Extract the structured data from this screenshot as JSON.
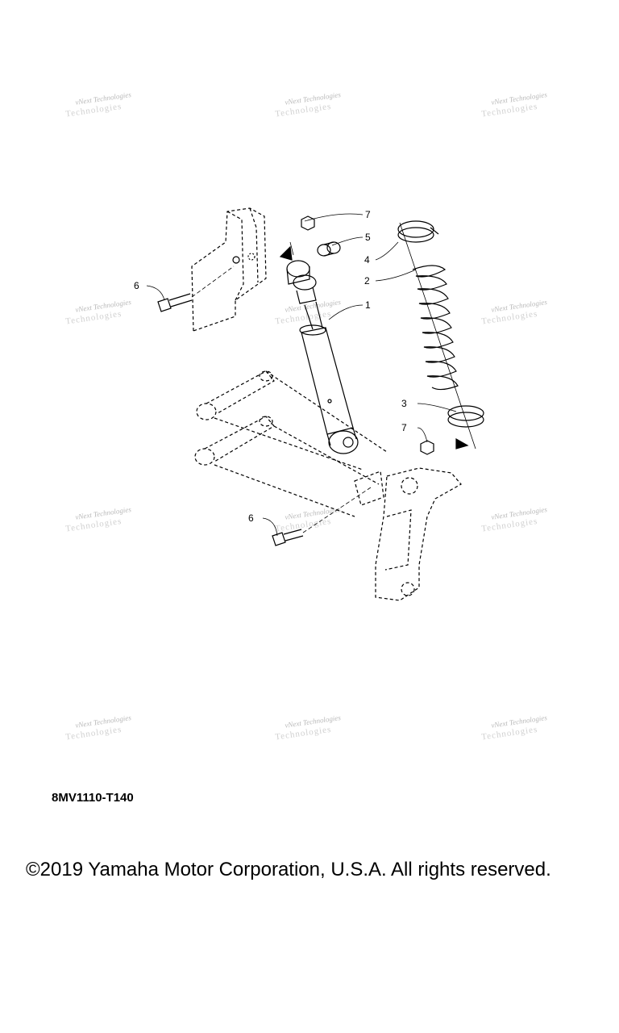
{
  "watermark": {
    "line1": "vNext Technologies",
    "line2": "Technologies"
  },
  "callouts": [
    "1",
    "2",
    "3",
    "4",
    "5",
    "6",
    "7",
    "6",
    "7"
  ],
  "part_code": "8MV1110-T140",
  "copyright": "©2019 Yamaha Motor Corporation, U.S.A. All rights reserved."
}
